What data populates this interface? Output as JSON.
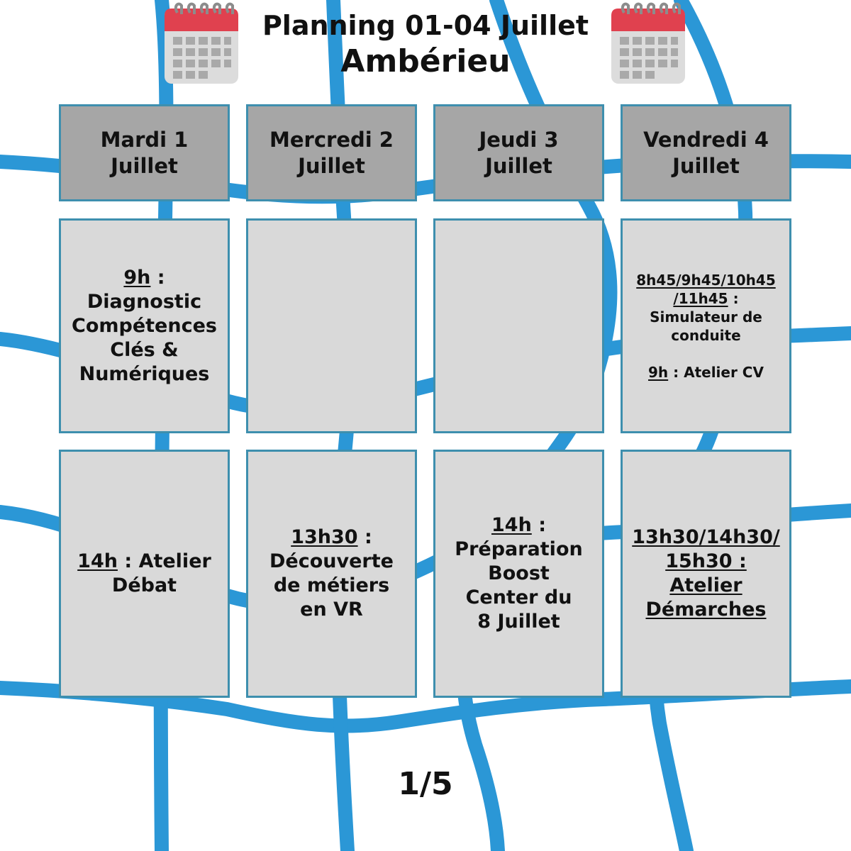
{
  "header": {
    "title": "Planning 01-04 Juillet",
    "subtitle": "Ambérieu"
  },
  "days": [
    {
      "line1": "Mardi 1",
      "line2": "Juillet"
    },
    {
      "line1": "Mercredi 2",
      "line2": "Juillet"
    },
    {
      "line1": "Jeudi 3",
      "line2": "Juillet"
    },
    {
      "line1": "Vendredi 4",
      "line2": "Juillet"
    }
  ],
  "morning": {
    "tue": {
      "time": "9h",
      "sep": " :",
      "lines": [
        "Diagnostic",
        "Compétences",
        "Clés &",
        "Numériques"
      ]
    },
    "fri": {
      "time1a": "8h45/9h45/10h45",
      "time1b": "/11h45",
      "sep1": " :",
      "lines": [
        "Simulateur de",
        "conduite"
      ],
      "time2": "9h",
      "rest2": " : Atelier CV"
    }
  },
  "afternoon": {
    "tue": {
      "time": "14h",
      "sep": " : Atelier",
      "lines": [
        "Débat"
      ]
    },
    "wed": {
      "time": "13h30",
      "sep": " :",
      "lines": [
        "Découverte",
        "de métiers",
        "en VR"
      ]
    },
    "thu": {
      "time": "14h",
      "sep": " :",
      "lines": [
        "Préparation",
        "Boost",
        "Center du",
        "8 Juillet"
      ]
    },
    "fri": {
      "lines": [
        "13h30/14h30/",
        "15h30 : Atelier",
        "Démarches"
      ]
    }
  },
  "page_indicator": "1/5",
  "colors": {
    "line_blue": "#2b97d6",
    "header_gray": "#a6a6a6",
    "cell_gray": "#d9d9d9",
    "border_teal": "#3e8fae",
    "calendar_red": "#e0414f"
  },
  "icons": {
    "left": "calendar-icon",
    "right": "calendar-icon"
  }
}
